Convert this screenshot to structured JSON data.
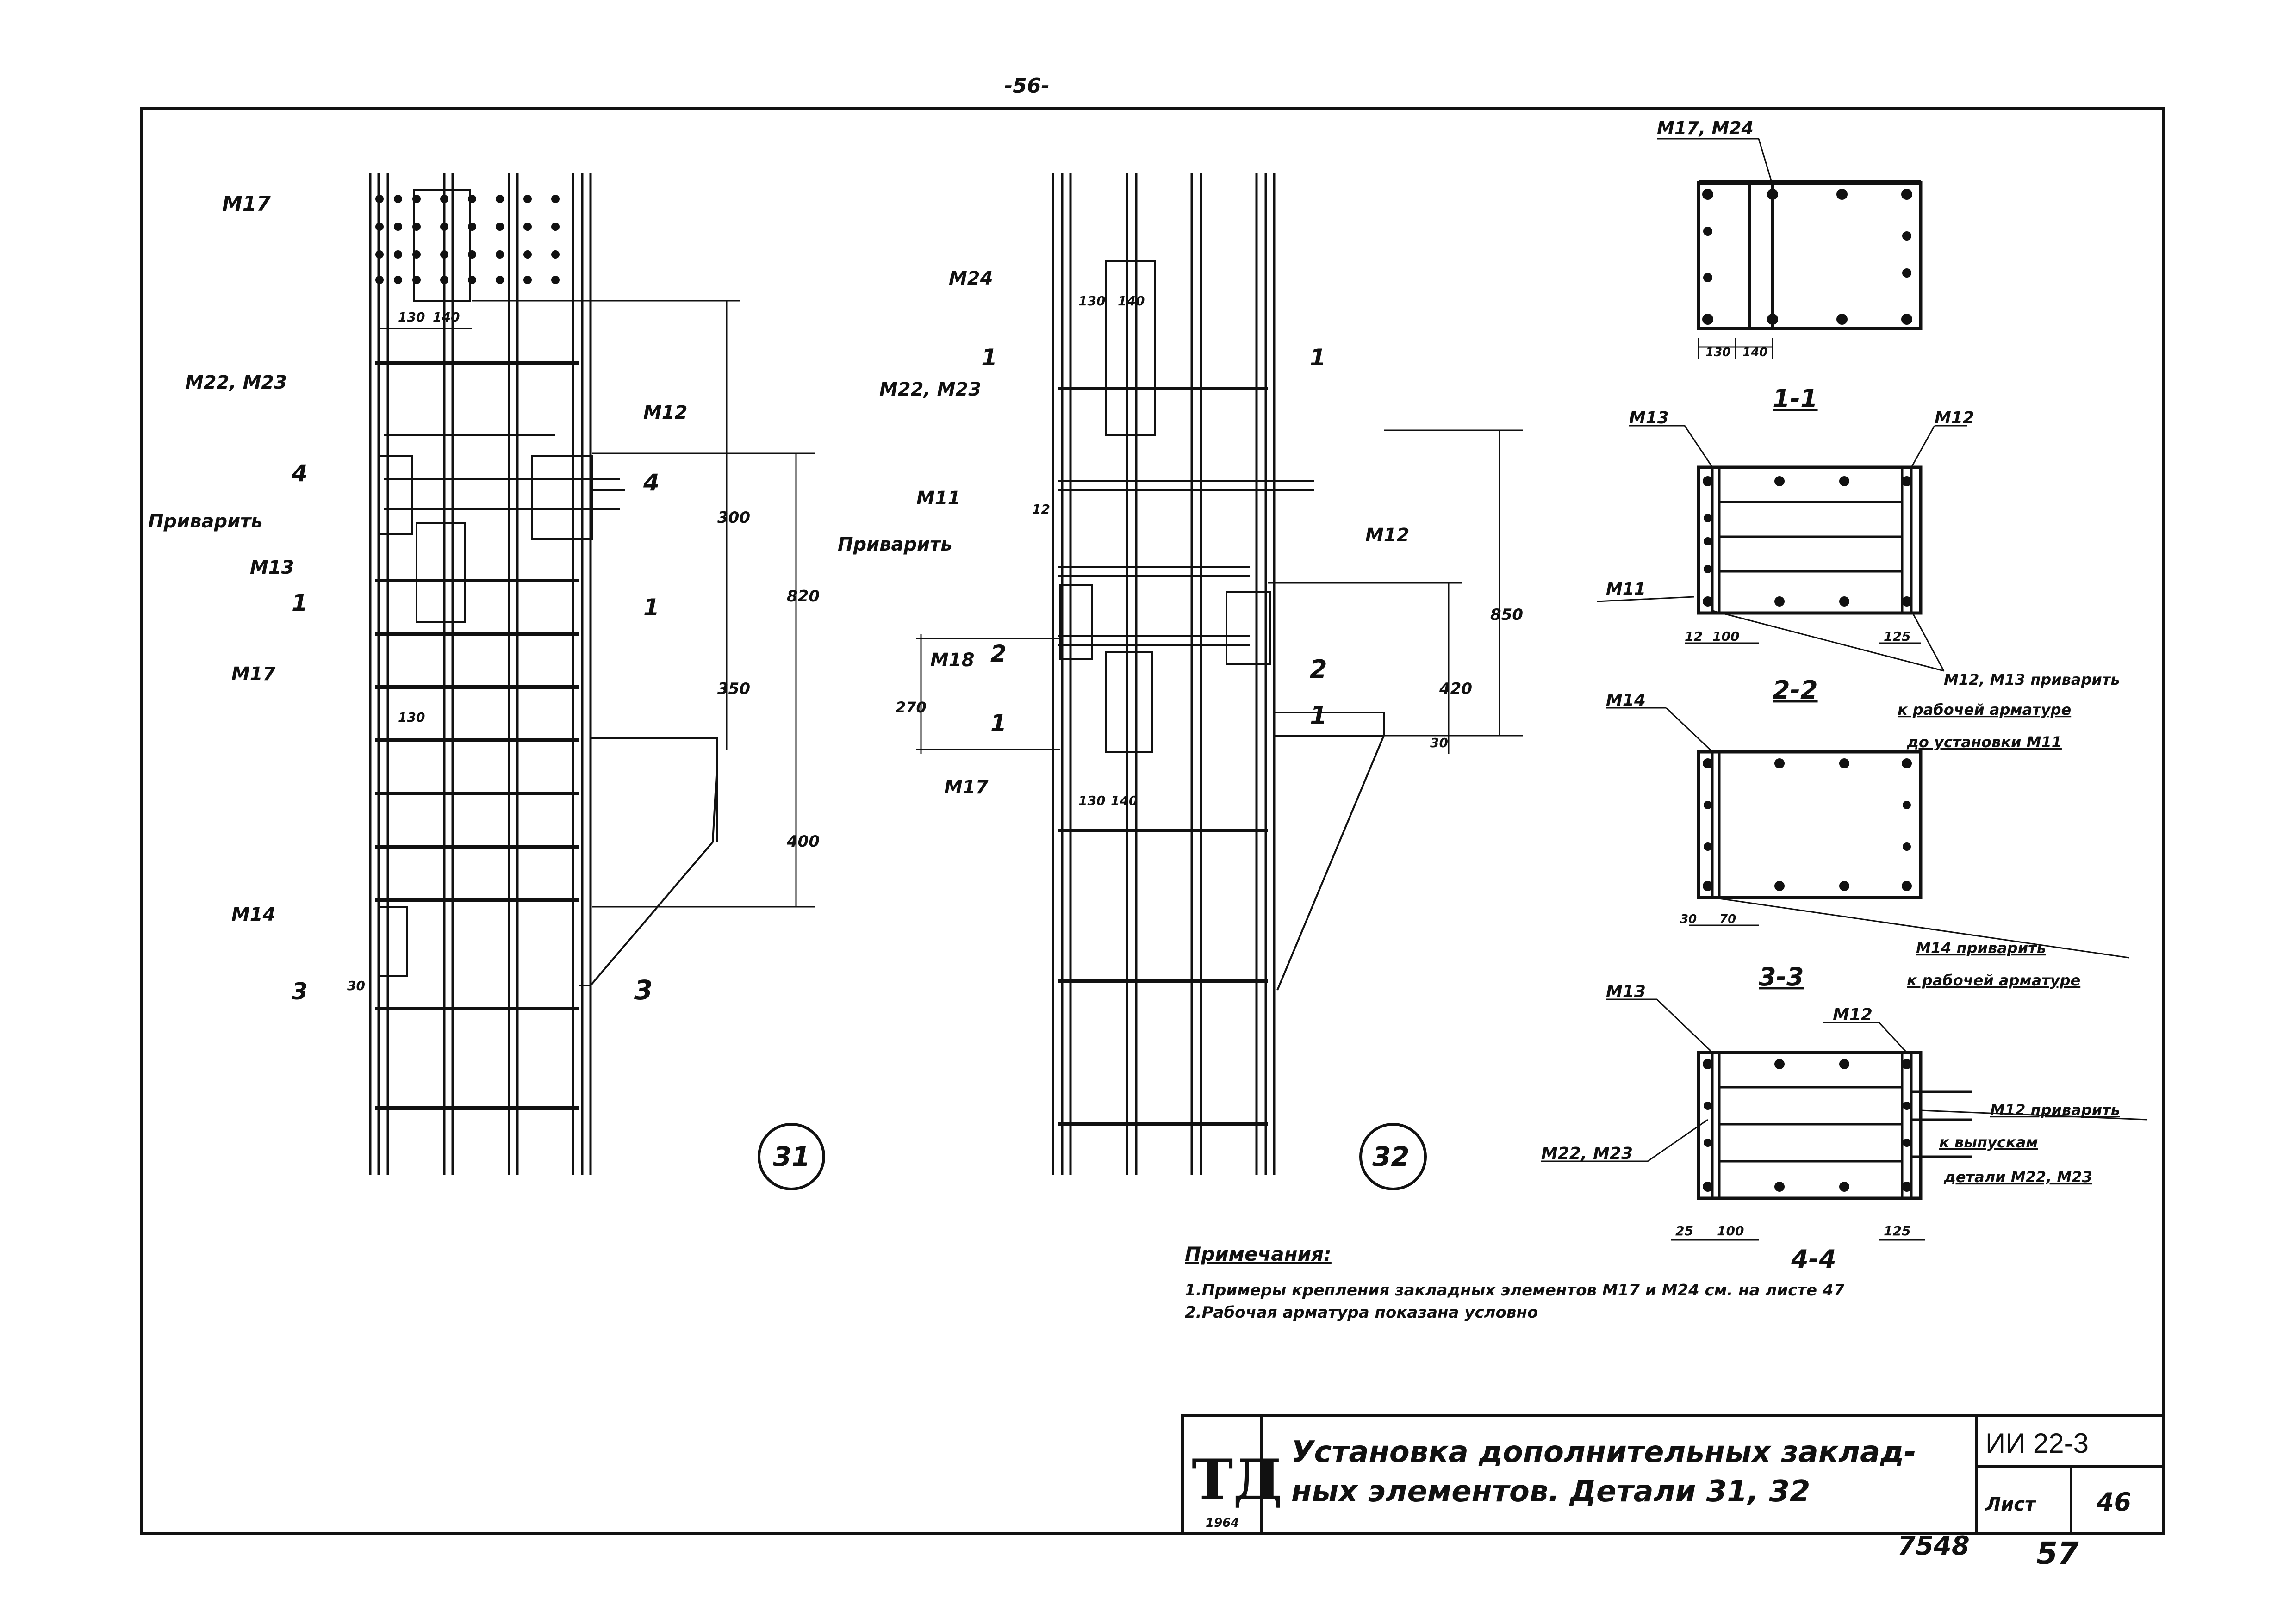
{
  "page_number_top": "-56-",
  "details": {
    "d31": {
      "circle": "31",
      "labels": {
        "m17_top": "М17",
        "m22_m23": "М22, М23",
        "weld": "Приварить",
        "m13": "М13",
        "m17_low": "М17",
        "m12": "М12",
        "m14": "М14",
        "dim_130": "130",
        "dim_140": "140",
        "dim_130b": "130",
        "dim_300": "300",
        "dim_350": "350",
        "dim_820": "820",
        "dim_400": "400",
        "dim_30": "30"
      },
      "sections": [
        {
          "num": "4"
        },
        {
          "num": "1"
        },
        {
          "num": "4"
        },
        {
          "num": "1"
        },
        {
          "num": "3"
        },
        {
          "num": "3"
        }
      ]
    },
    "d32": {
      "circle": "32",
      "labels": {
        "m24": "М24",
        "m22_m23": "М22, М23",
        "m11": "М11",
        "weld": "Приварить",
        "m18": "М18",
        "m17": "М17",
        "m12": "М12",
        "dim_130": "130",
        "dim_140": "140",
        "dim_130b": "130",
        "dim_140b": "140",
        "dim_12": "12",
        "dim_270": "270",
        "dim_420": "420",
        "dim_850": "850",
        "dim_30": "30"
      },
      "sections": [
        {
          "num": "1"
        },
        {
          "num": "1"
        },
        {
          "num": "2"
        },
        {
          "num": "1"
        },
        {
          "num": "2"
        },
        {
          "num": "1"
        }
      ]
    }
  },
  "top_view": {
    "label": "М17, М24",
    "dim_130": "130",
    "dim_140": "140"
  },
  "section_1": {
    "title": "1-1",
    "m13": "М13",
    "m12": "М12",
    "m11": "М11",
    "dim_12": "12",
    "dim_100": "100",
    "dim_125": "125",
    "note_1": "М12, М13 приварить",
    "note_2": "к рабочей арматуре",
    "note_3": "до установки М11"
  },
  "section_2": {
    "title": "2-2",
    "m14": "М14",
    "dim_30": "30",
    "dim_70": "70",
    "note_1": "М14 приварить",
    "note_2": "к рабочей арматуре"
  },
  "section_3": {
    "title": "3-3",
    "m13": "М13",
    "m12": "М12",
    "m22_m23": "М22, М23",
    "dim_25": "25",
    "dim_100": "100",
    "dim_125": "125",
    "note_1": "М12 приварить",
    "note_2": "к выпускам",
    "note_3": "детали М22, М23"
  },
  "section_4_title": "4-4",
  "notes": {
    "heading": "Примечания:",
    "n1": "1.Примеры крепления закладных элементов М17 и М24 см. на листе 47",
    "n2": "2.Рабочая арматура показана условно"
  },
  "title_block": {
    "logo": "ТД",
    "logo_year": "1964",
    "title_line1": "Установка дополнительных заклад-",
    "title_line2": "ных элементов. Детали 31, 32",
    "series": "ИИ 22-3",
    "sheet_label": "Лист",
    "sheet_number": "46"
  },
  "stamp_number": "7548",
  "page_number_bottom": "57"
}
